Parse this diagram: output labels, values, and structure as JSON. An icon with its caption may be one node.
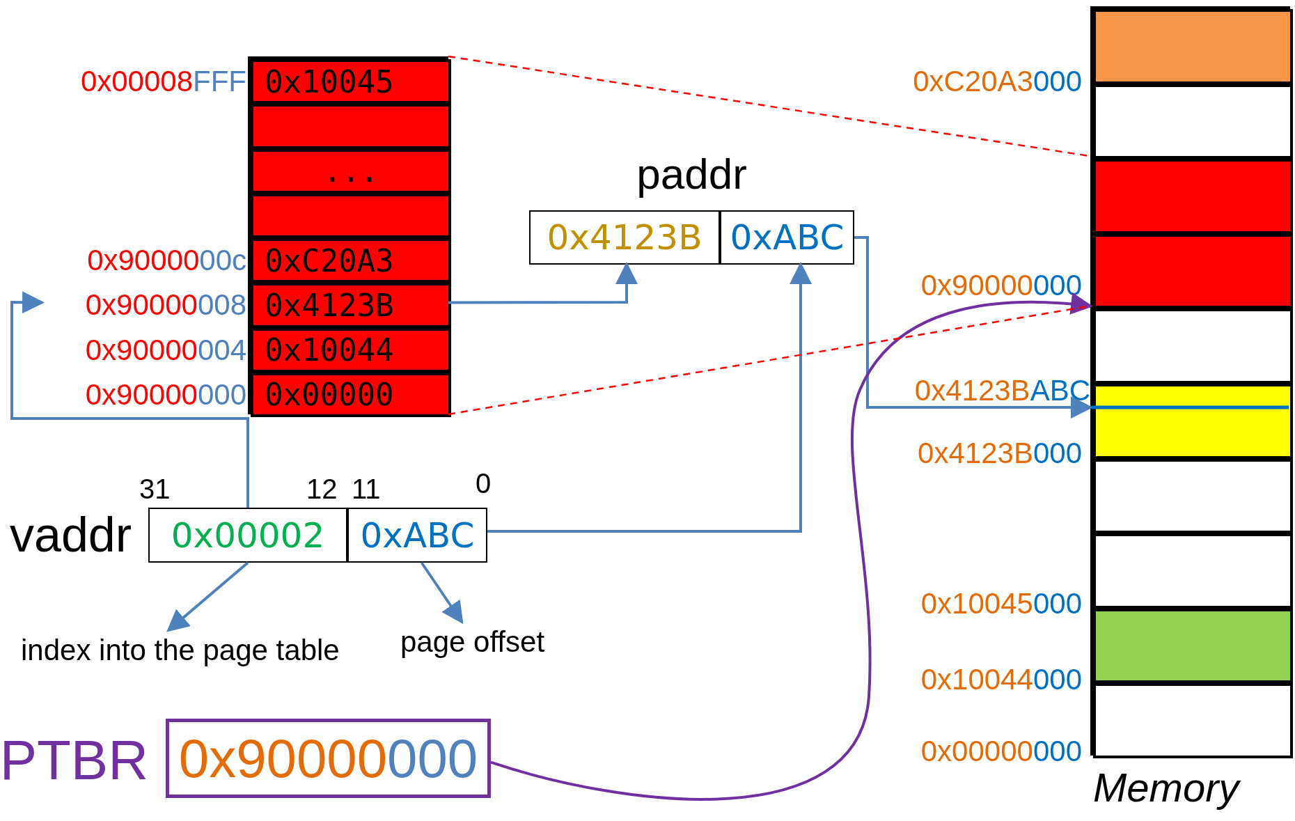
{
  "diagram": {
    "nodes": [
      {
        "text": [],
        "shape": "box"
      },
      {
        "text": [
          "0x10045"
        ],
        "in": 0,
        "beside": [
          "0x00008FFF"
        ]
      },
      {
        "text": [],
        "shape": "box",
        "in": 0
      },
      {
        "text": [
          "..."
        ],
        "in": 0
      },
      {
        "text": [],
        "shape": "box",
        "in": 0
      },
      {
        "text": [
          "0xC20A3"
        ],
        "in": 0,
        "beside": [
          "0x9000000c"
        ]
      },
      {
        "text": [
          "0x4123B"
        ],
        "in": 0,
        "beside": [
          "0x90000008"
        ]
      },
      {
        "text": [
          "0x10044"
        ],
        "in": 0,
        "beside": [
          "0x90000004"
        ]
      },
      {
        "text": [
          "0x00000"
        ],
        "in": 0,
        "beside": [
          "0x90000000"
        ]
      },
      {
        "text": [],
        "shape": "box",
        "beside": [
          "Memory"
        ]
      },
      {
        "text": [],
        "shape": "box",
        "in": 9
      },
      {
        "text": [],
        "shape": "box",
        "in": 9
      },
      {
        "text": [],
        "shape": "box",
        "in": 9
      },
      {
        "text": [],
        "shape": "box",
        "in": 9
      },
      {
        "text": [],
        "shape": "box",
        "in": 9
      },
      {
        "text": [],
        "shape": "box",
        "in": 9
      },
      {
        "text": [],
        "shape": "box",
        "in": 9
      },
      {
        "text": [],
        "shape": "box",
        "in": 9
      },
      {
        "text": [],
        "shape": "box",
        "in": 9
      },
      {
        "text": [],
        "shape": "box",
        "in": 9
      },
      {
        "text": [
          "paddr"
        ]
      },
      {
        "text": [
          "0x4123B"
        ],
        "in": 20
      },
      {
        "text": [
          "0xABC"
        ],
        "in": 20
      },
      {
        "text": [
          "vaddr"
        ]
      },
      {
        "text": [
          "0x00002"
        ],
        "in": 23
      },
      {
        "text": [
          "0xABC"
        ],
        "in": 23
      },
      {
        "text": [
          "index into the page table"
        ]
      },
      {
        "text": [
          "page offset"
        ]
      },
      {
        "text": [
          "0x90000000"
        ],
        "beside": [
          "PTBR"
        ]
      }
    ],
    "edges": [
      {
        "from": 24,
        "to": 6,
        "arrow": "to"
      },
      {
        "from": 6,
        "to": 21,
        "arrow": "to"
      },
      {
        "from": 25,
        "to": 22,
        "arrow": "to"
      },
      {
        "from": 22,
        "to": 15,
        "arrow": "to"
      },
      {
        "from": 24,
        "to": 26,
        "arrow": "to"
      },
      {
        "from": 25,
        "to": 27,
        "arrow": "to"
      },
      {
        "from": 28,
        "to": 13,
        "arrow": "to",
        "color": "#7030a0"
      },
      {
        "from": 0,
        "to": 12,
        "arrow": "none",
        "style": "dashed",
        "color": "#ff0000"
      },
      {
        "from": 0,
        "to": 13,
        "arrow": "none",
        "style": "dashed",
        "color": "#ff0000"
      }
    ],
    "labels": [
      "31",
      "12",
      "11",
      "0",
      "0xC20A3000",
      "0x90000000",
      "0x4123BABC",
      "0x4123B000",
      "0x10045000",
      "0x10044000",
      "0x00000000"
    ]
  }
}
